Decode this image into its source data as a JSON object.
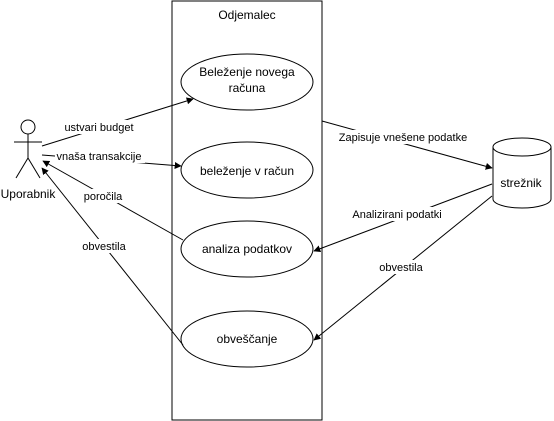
{
  "system": {
    "title": "Odjemalec"
  },
  "actor": {
    "label": "Uporabnik"
  },
  "server": {
    "label": "strežnik"
  },
  "use_cases": [
    {
      "id": "uc1",
      "lines": [
        "Beleženje novega",
        "računa"
      ]
    },
    {
      "id": "uc2",
      "lines": [
        "beleženje v račun"
      ]
    },
    {
      "id": "uc3",
      "lines": [
        "analiza podatkov"
      ]
    },
    {
      "id": "uc4",
      "lines": [
        "obveščanje"
      ]
    }
  ],
  "edges": [
    {
      "id": "e1",
      "label": "ustvari budget"
    },
    {
      "id": "e2",
      "label": "vnaša transakcije"
    },
    {
      "id": "e3",
      "label": "poročila"
    },
    {
      "id": "e4",
      "label": "obvestila"
    },
    {
      "id": "e5",
      "label": "Zapisuje vnešene podatke"
    },
    {
      "id": "e6",
      "label": "Analizirani podatki"
    },
    {
      "id": "e7",
      "label": "obvestila"
    }
  ],
  "colors": {
    "stroke": "#000000",
    "background": "#ffffff"
  }
}
